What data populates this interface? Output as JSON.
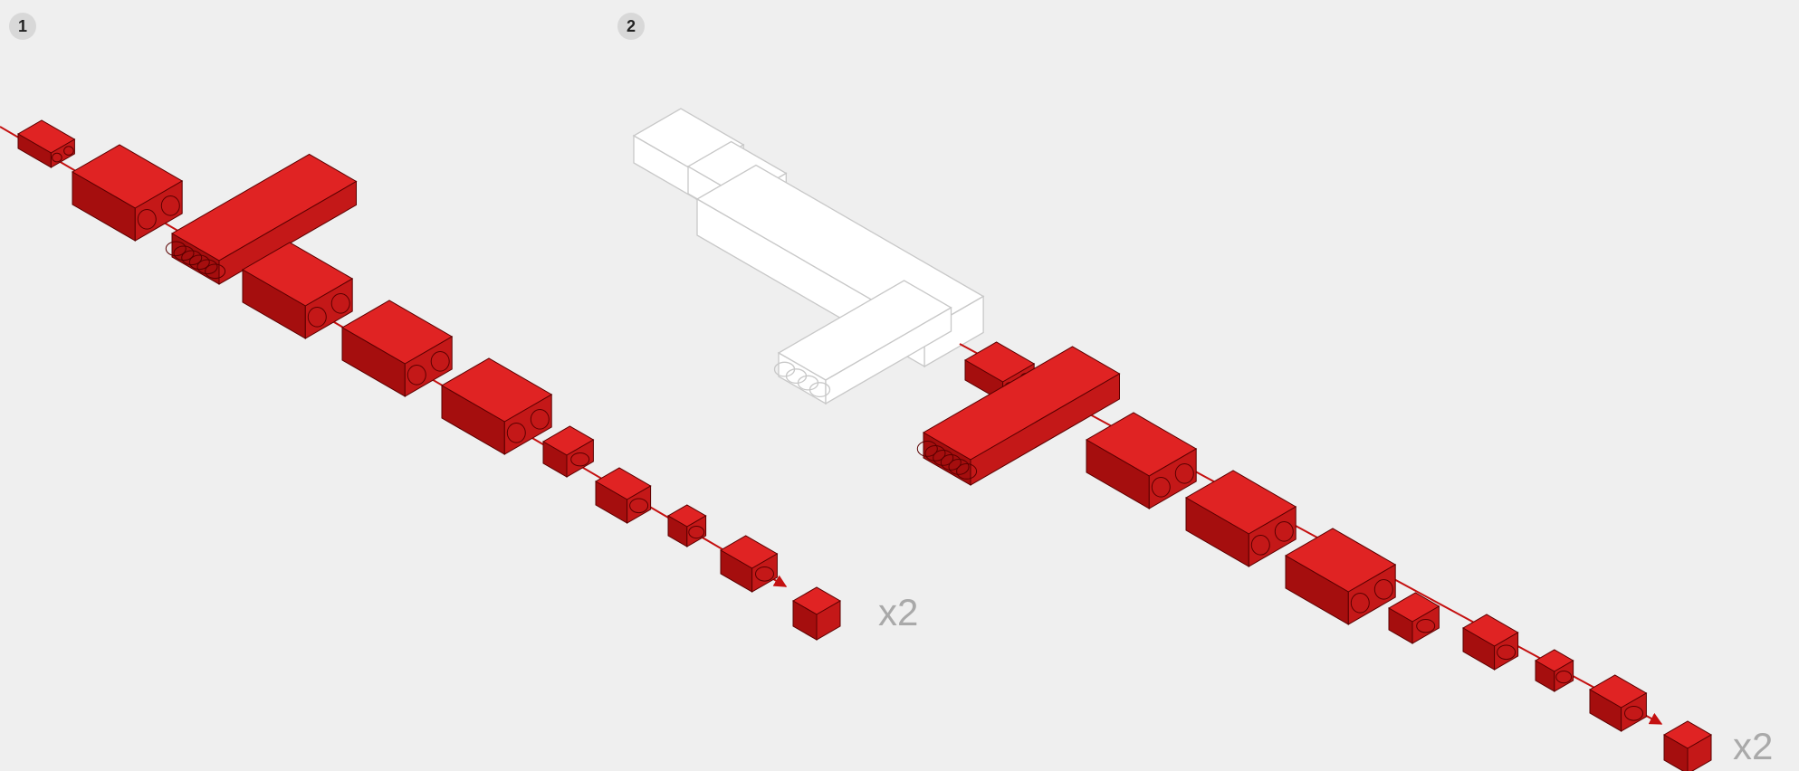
{
  "steps": [
    {
      "number": "1",
      "multiplier": "x2"
    },
    {
      "number": "2",
      "multiplier": "x2"
    }
  ],
  "colors": {
    "brick_top": "#e02323",
    "brick_left": "#a50e0e",
    "brick_right": "#c41818",
    "outline": "#5a0000",
    "ghost_fill": "#ffffff",
    "ghost_stroke": "#c8c8c8",
    "assembly_line": "#c41010",
    "badge_bg": "#d8d8d8",
    "multiplier_text": "#a9a9a9"
  }
}
